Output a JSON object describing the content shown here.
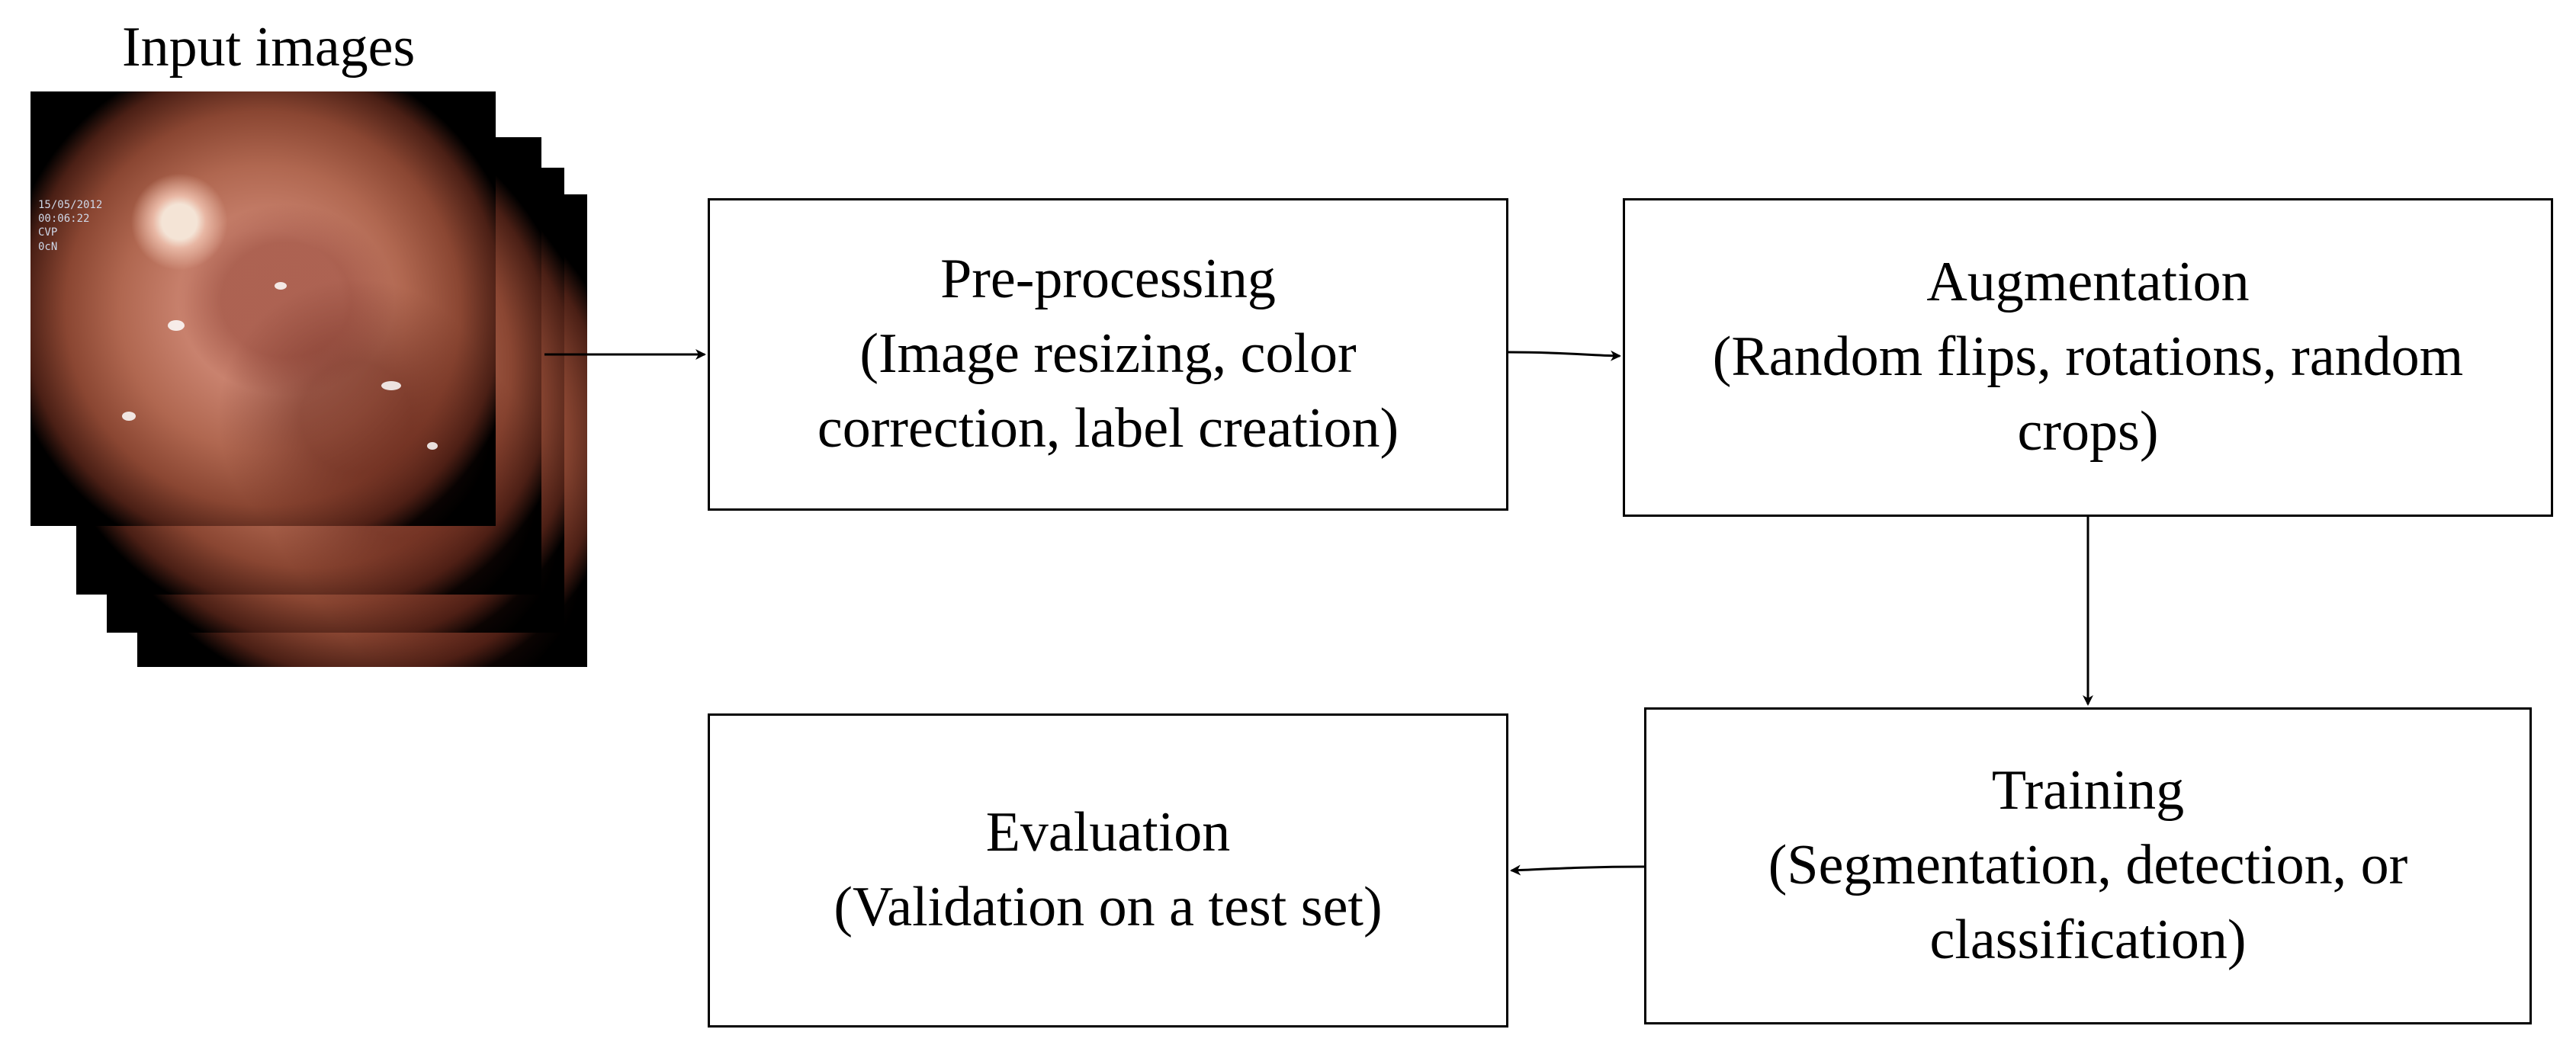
{
  "diagram": {
    "input": {
      "title": "Input images",
      "overlay_text": "15/05/2012\n00:06:22\nCVP\n0cN"
    },
    "nodes": [
      {
        "id": "pre",
        "lines": [
          "Pre-processing",
          "(Image resizing, color",
          "correction, label creation)"
        ]
      },
      {
        "id": "aug",
        "lines": [
          "Augmentation",
          "(Random flips, rotations, random",
          "crops)"
        ]
      },
      {
        "id": "trn",
        "lines": [
          "Training",
          "(Segmentation, detection, or",
          "classification)"
        ]
      },
      {
        "id": "eva",
        "lines": [
          "Evaluation",
          "(Validation on a test set)"
        ]
      }
    ],
    "edges": [
      {
        "from": "input",
        "to": "pre"
      },
      {
        "from": "pre",
        "to": "aug"
      },
      {
        "from": "aug",
        "to": "trn"
      },
      {
        "from": "trn",
        "to": "eva"
      }
    ]
  }
}
